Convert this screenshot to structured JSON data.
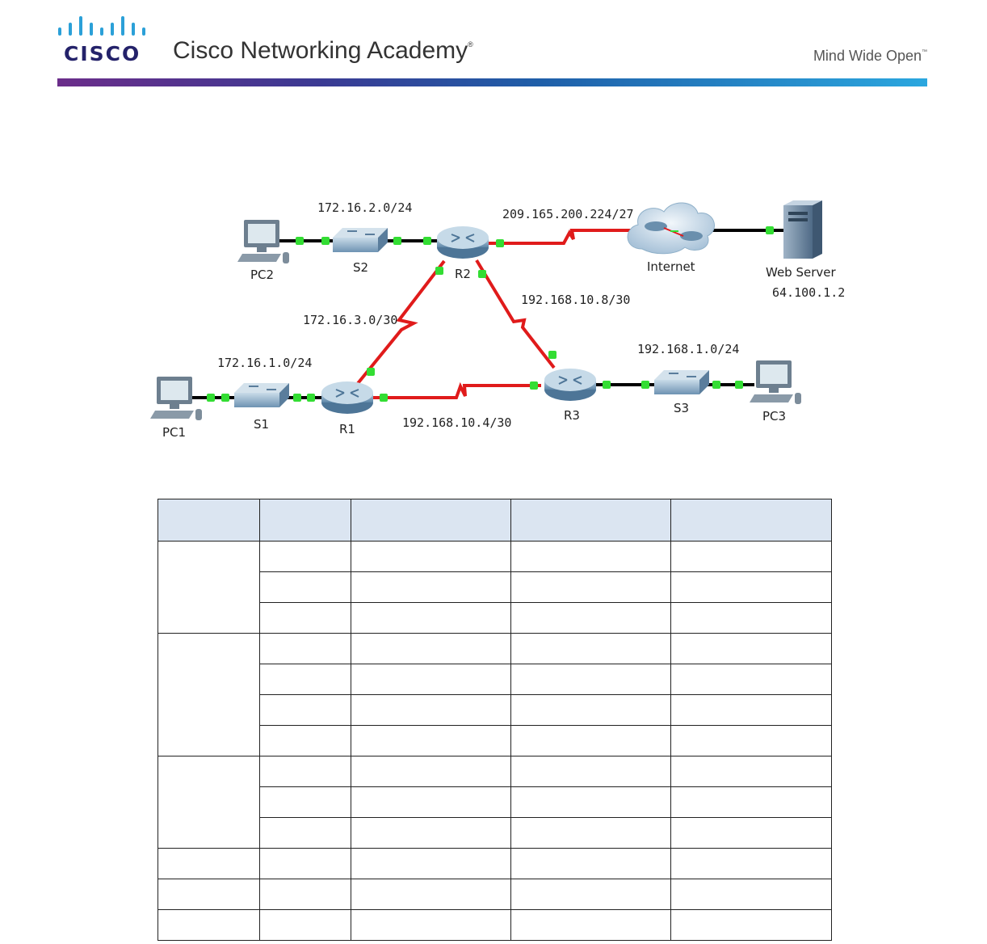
{
  "header": {
    "brand_wordmark": "CISCO",
    "academy_title": "Cisco Networking Academy",
    "registered_mark": "®",
    "tagline": "Mind Wide Open",
    "trademark": "™",
    "accent_colors": [
      "#6b2d8a",
      "#3b3a93",
      "#1f5ea8",
      "#2ba7df"
    ]
  },
  "topology": {
    "devices": {
      "pc1": "PC1",
      "pc2": "PC2",
      "pc3": "PC3",
      "s1": "S1",
      "s2": "S2",
      "s3": "S3",
      "r1": "R1",
      "r2": "R2",
      "r3": "R3",
      "internet": "Internet",
      "web_server": "Web Server",
      "web_server_ip": "64.100.1.2"
    },
    "networks": {
      "lan_r2": "172.16.2.0/24",
      "isp_link": "209.165.200.224/27",
      "r1_r2": "172.16.3.0/30",
      "r2_r3": "192.168.10.8/30",
      "lan_r1": "172.16.1.0/24",
      "lan_r3": "192.168.1.0/24",
      "r1_r3": "192.168.10.4/30"
    },
    "colors": {
      "serial_link": "#e01b1b",
      "ethernet_link": "#000000",
      "port_up": "#33dd33"
    }
  },
  "addressing_table": {
    "column_count": 5,
    "header_cells": [
      "",
      "",
      "",
      "",
      ""
    ],
    "rows": [
      [
        "",
        "",
        "",
        "",
        ""
      ],
      [
        "",
        "",
        "",
        "",
        ""
      ],
      [
        "",
        "",
        "",
        "",
        ""
      ],
      [
        "",
        "",
        "",
        "",
        ""
      ],
      [
        "",
        "",
        "",
        "",
        ""
      ],
      [
        "",
        "",
        "",
        "",
        ""
      ],
      [
        "",
        "",
        "",
        "",
        ""
      ],
      [
        "",
        "",
        "",
        "",
        ""
      ],
      [
        "",
        "",
        "",
        "",
        ""
      ],
      [
        "",
        "",
        "",
        "",
        ""
      ],
      [
        "",
        "",
        "",
        "",
        ""
      ],
      [
        "",
        "",
        "",
        "",
        ""
      ],
      [
        "",
        "",
        "",
        "",
        ""
      ]
    ]
  }
}
